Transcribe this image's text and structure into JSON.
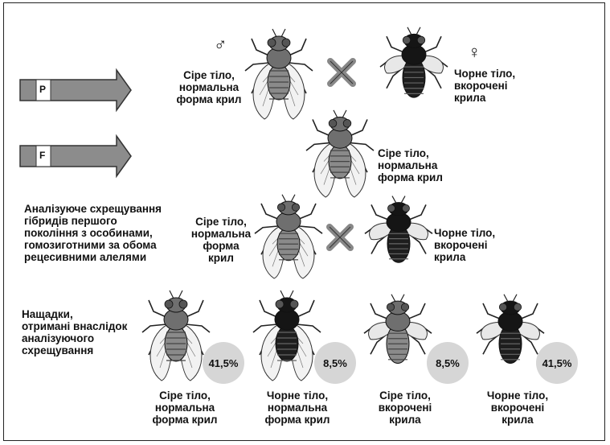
{
  "rows": {
    "parent": {
      "arrow_letter": "P"
    },
    "f1": {
      "arrow_letter": "F"
    }
  },
  "symbols": {
    "male": "♂",
    "female": "♀"
  },
  "parents": {
    "male_label": "Сіре тіло,\nнормальна\nформа крил",
    "female_label": "Чорне тіло,\nвкорочені\nкрила"
  },
  "f1": {
    "label": "Сіре тіло,\nнормальна\nформа крил"
  },
  "testcross": {
    "description": "Аналізуюче схрещування\nгібридів першого\nпокоління з особинами,\nгомозиготними за обома\nрецесивними алелями",
    "left_label": "Сіре тіло,\nнормальна\nформа\nкрил",
    "right_label": "Чорне тіло,\nвкорочені\nкрила"
  },
  "offspring": {
    "description": "Нащадки,\nотримані внаслідок\nаналізуючого\nсхрещування",
    "items": [
      {
        "percent": "41,5%",
        "label": "Сіре тіло,\nнормальна\nформа крил"
      },
      {
        "percent": "8,5%",
        "label": "Чорне тіло,\nнормальна\nформа крил"
      },
      {
        "percent": "8,5%",
        "label": "Сіре тіло,\nвкорочені\nкрила"
      },
      {
        "percent": "41,5%",
        "label": "Чорне тіло,\nвкорочені\nкрила"
      }
    ]
  },
  "colors": {
    "grey_body": "#8a8a8a",
    "black_body": "#1e1e1e",
    "arrow_fill": "#8c8c8c",
    "percent_circle": "#d6d6d6"
  }
}
